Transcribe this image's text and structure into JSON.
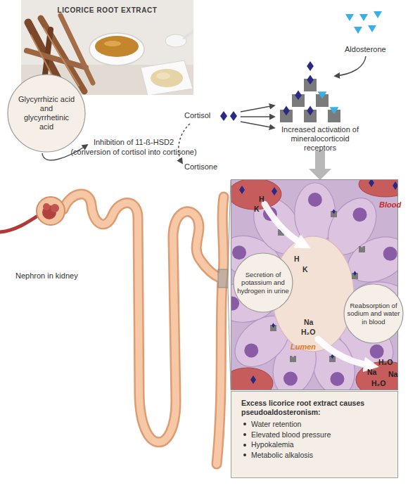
{
  "diagram": {
    "nodes": [
      {
        "text": [
          "LICORICE ROOT EXTRACT"
        ]
      },
      {
        "text": [
          "Glycyrrhizic acid and glycyrrhetinic acid"
        ]
      },
      {
        "text": [
          "Blood",
          "Lumen"
        ]
      },
      {
        "text": [
          "Secretion of potassium and hydrogen in urine"
        ],
        "in": 2
      },
      {
        "text": [
          "Reabsorption of sodium and water in blood"
        ],
        "in": 2
      },
      {
        "text": [
          "Excess licorice root extract causes pseudoaldosteronism:",
          "Water retention",
          "Elevated blood pressure",
          "Hypokalemia",
          "Metabolic alkalosis"
        ]
      }
    ],
    "labels": [
      "Inhibition of 11-ß-HSD2",
      "(conversion of cortisol into cortisone)",
      "Cortisol",
      "Cortisone",
      "Aldosterone",
      "Increased activation of mineralocorticoid receptors",
      "Nephron in kidney",
      "H",
      "K",
      "H",
      "K",
      "Na",
      "H₂O",
      "H₂O",
      "Na",
      "Na",
      "H₂O"
    ]
  }
}
